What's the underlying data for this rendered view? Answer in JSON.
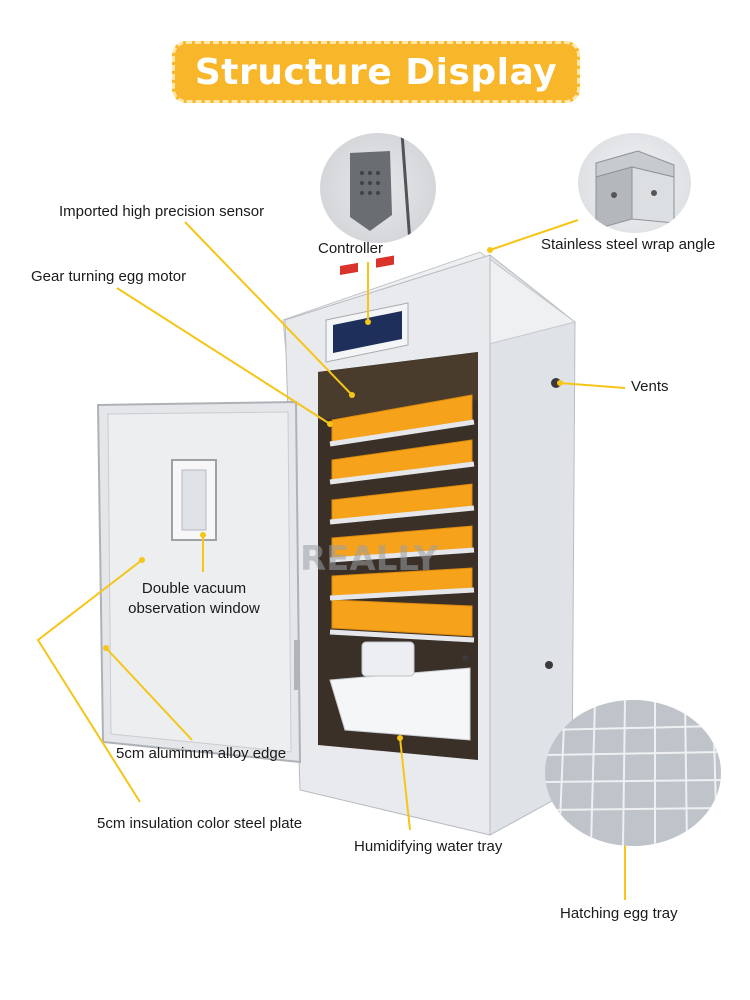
{
  "title": "Structure Display",
  "labels": {
    "sensor": "Imported high precision sensor",
    "controller": "Controller",
    "wrap_angle": "Stainless steel wrap angle",
    "gear_motor": "Gear turning egg motor",
    "vents": "Vents",
    "window_line1": "Double vacuum",
    "window_line2": "observation window",
    "alloy_edge": "5cm aluminum alloy edge",
    "insulation_plate": "5cm insulation color steel plate",
    "water_tray": "Humidifying water tray",
    "hatching_tray": "Hatching egg tray"
  },
  "watermark": "REALLY",
  "colors": {
    "banner": "#f8b62b",
    "callout_line": "#f5c518",
    "egg_tray": "#f7a21b",
    "cabinet": "#e9ebee"
  }
}
